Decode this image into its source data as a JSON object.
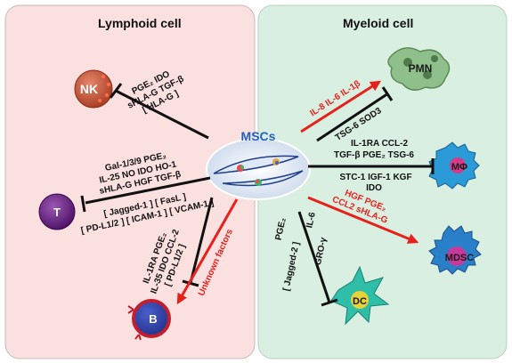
{
  "panels": {
    "lymphoid": {
      "title": "Lymphoid  cell",
      "bg": "#fbe0e0"
    },
    "myeloid": {
      "title": "Myeloid cell",
      "bg": "#d9efe2"
    }
  },
  "center": {
    "label": "MSCs",
    "color": "#1f5fc4"
  },
  "cells": {
    "nk": "NK",
    "t": "T",
    "b": "B",
    "pmn": "PMN",
    "mphi": "MΦ",
    "mdsc": "MDSC",
    "dc": "DC"
  },
  "factors": {
    "nk": [
      "PGE₂  IDO",
      "sHLA-G  TGF-β",
      "[ HLA-G ]"
    ],
    "t": [
      "Gal-1/3/9  PGE₂",
      "IL-25   NO   IDO  HO-1",
      "sHLA-G    HGF   TGF-β",
      "[ Jagged-1 ] [ FasL ]",
      "[ PD-L1/2 ] [ ICAM-1 ] [ VCAM-1 ]"
    ],
    "b": [
      "IL-1RA  PGE₂",
      "IL-35  IDO CCL-2",
      "[ PD-L1/2 ]"
    ],
    "b_unknown": "Unknown factors",
    "pmn_red": "IL-8   IL-6  IL-1β",
    "pmn": "TSG-6   SOD3",
    "mphi": [
      "IL-1RA   CCL-2",
      "TGF-β  PGE₂     TSG-6",
      "STC-1  IGF-1    KGF",
      "IDO"
    ],
    "mdsc": [
      "HGF    PGE₂",
      "CCL2   sHLA-G"
    ],
    "dc": [
      "PGE₂",
      "[ Jagged-2 ]",
      "IL-6",
      "GRO-γ"
    ]
  },
  "colors": {
    "inhibit": "#111111",
    "stimulate": "#e8201c",
    "nk": "#c6553a",
    "t": "#6a2082",
    "b": "#c21f2e",
    "pmn": "#8fbf8a",
    "mphi": "#2a9bd6",
    "mdsc": "#2a7fc9",
    "dc": "#2fbfa8"
  }
}
